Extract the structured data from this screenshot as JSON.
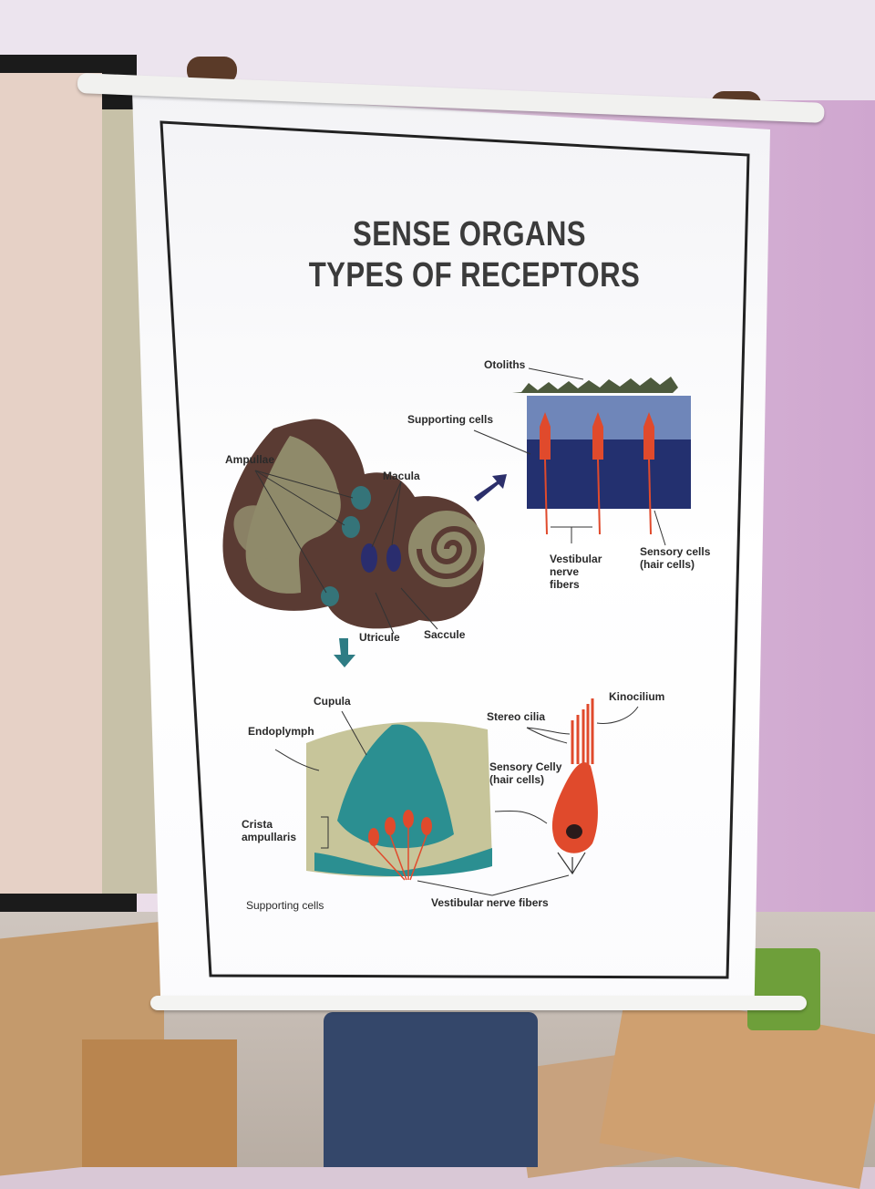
{
  "poster": {
    "title_line1": "SENSE ORGANS",
    "title_line2": "TYPES OF RECEPTORS",
    "labels": {
      "otoliths": "Otoliths",
      "supporting_cells_top": "Supporting cells",
      "ampullae": "Ampullae",
      "macula": "Macula",
      "vestibular_nerve_fibers_top": "Vestibular\nnerve\nfibers",
      "sensory_cells_hair": "Sensory cells\n(hair cells)",
      "utricule": "Utricule",
      "saccule": "Saccule",
      "cupula": "Cupula",
      "endoplymph": "Endoplymph",
      "kinocilium": "Kinocilium",
      "stereo_cilia": "Stereo cilia",
      "sensory_celly": "Sensory Celly\n(hair cells)",
      "crista_ampullaris": "Crista\nampullaris",
      "supporting_cells_bottom": "Supporting cells",
      "vestibular_nerve_fibers_bottom": "Vestibular nerve fibers"
    }
  },
  "colors": {
    "poster_bg": "#ffffff",
    "title_text": "#3b3b3b",
    "inner_ear_outer": "#5a3b33",
    "inner_ear_fill": "#8f8a6a",
    "macula_blue": "#2a2d6e",
    "hair_cell_red": "#e04a2c",
    "cupula_teal": "#2b8f91",
    "crista_bg": "#c7c59a",
    "arrow_navy": "#2c2f6b",
    "arrow_teal": "#2e7c84",
    "wall_lilac": "#d7b6d6"
  }
}
